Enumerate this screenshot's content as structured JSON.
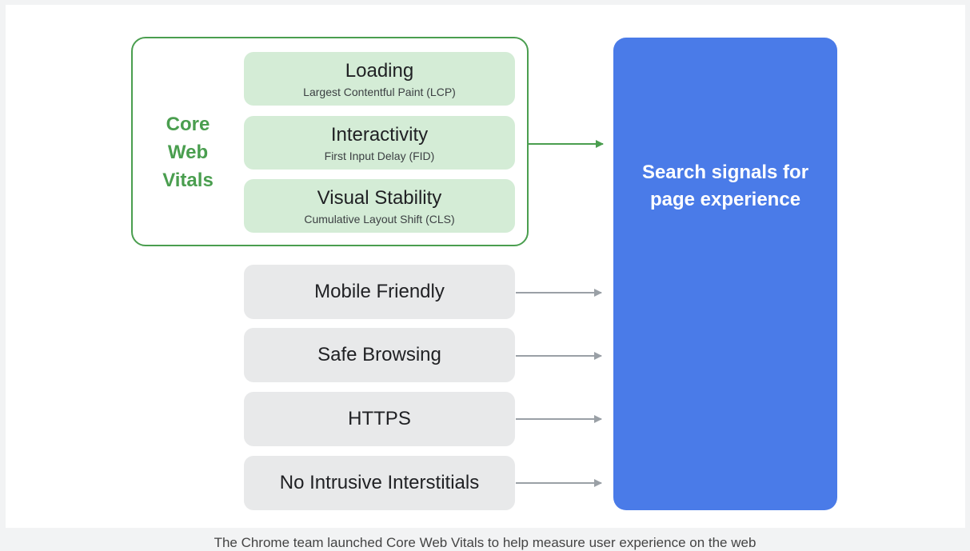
{
  "core_group": {
    "label": "Core Web Vitals",
    "color": "#4a9e4f",
    "fill": "#d4ecd6",
    "items": [
      {
        "title": "Loading",
        "subtitle": "Largest Contentful Paint (LCP)"
      },
      {
        "title": "Interactivity",
        "subtitle": "First Input Delay (FID)"
      },
      {
        "title": "Visual Stability",
        "subtitle": "Cumulative Layout Shift (CLS)"
      }
    ]
  },
  "other_signals": {
    "fill": "#e8e9ea",
    "items": [
      {
        "title": "Mobile Friendly"
      },
      {
        "title": "Safe Browsing"
      },
      {
        "title": "HTTPS"
      },
      {
        "title": "No Intrusive Interstitials"
      }
    ]
  },
  "target": {
    "label": "Search signals for page experience",
    "color": "#4a7be8"
  },
  "caption": "The Chrome team launched Core Web Vitals to help measure user experience on the web",
  "edges": [
    {
      "from": "Core Web Vitals",
      "to": "Search signals for page experience"
    },
    {
      "from": "Mobile Friendly",
      "to": "Search signals for page experience"
    },
    {
      "from": "Safe Browsing",
      "to": "Search signals for page experience"
    },
    {
      "from": "HTTPS",
      "to": "Search signals for page experience"
    },
    {
      "from": "No Intrusive Interstitials",
      "to": "Search signals for page experience"
    }
  ]
}
